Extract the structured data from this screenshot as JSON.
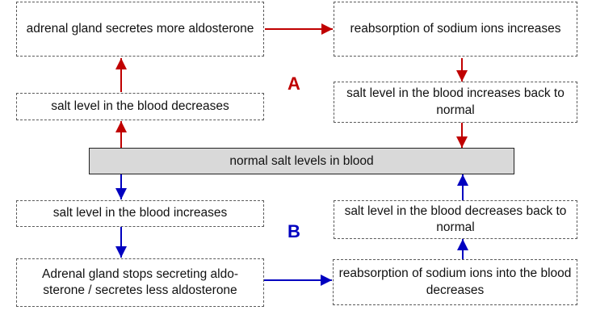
{
  "labels": {
    "a": "A",
    "b": "B"
  },
  "center": "normal salt levels in blood",
  "cycle_a": {
    "decreases": "salt level in the blood decreases",
    "adrenal_more": "adrenal gland secretes more aldosterone",
    "reabsorption_increases": "reabsorption of sodium ions increases",
    "back_to_normal": "salt level in the blood increases back to normal"
  },
  "cycle_b": {
    "increases": "salt level in the blood increases",
    "adrenal_less": "Adrenal gland stops secreting aldo-sterone / secretes less aldosterone",
    "reabsorption_decreases": "reabsorption of sodium ions  into the blood decreases",
    "back_to_normal": "salt level in the blood decreases back to normal"
  },
  "colors": {
    "a": "#c00000",
    "b": "#0000c0",
    "center_fill": "#d9d9d9"
  }
}
